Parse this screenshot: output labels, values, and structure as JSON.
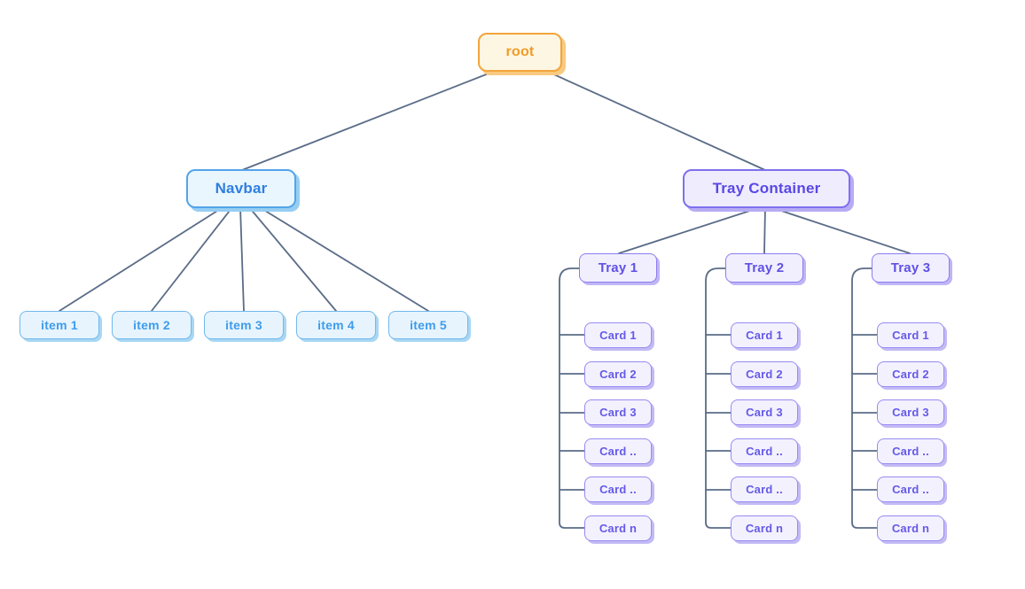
{
  "diagram": {
    "root": {
      "label": "root"
    },
    "navbar": {
      "label": "Navbar",
      "items": [
        "item 1",
        "item 2",
        "item 3",
        "item 4",
        "item 5"
      ]
    },
    "tray_container": {
      "label": "Tray Container",
      "trays": [
        {
          "label": "Tray 1",
          "cards": [
            "Card 1",
            "Card 2",
            "Card 3",
            "Card ..",
            "Card ..",
            "Card n"
          ]
        },
        {
          "label": "Tray 2",
          "cards": [
            "Card 1",
            "Card 2",
            "Card 3",
            "Card ..",
            "Card ..",
            "Card n"
          ]
        },
        {
          "label": "Tray 3",
          "cards": [
            "Card 1",
            "Card 2",
            "Card 3",
            "Card ..",
            "Card ..",
            "Card n"
          ]
        }
      ]
    },
    "colors": {
      "edge": "#5a6c87",
      "root_bg": "#fdf6e2",
      "root_border": "#f3a43b",
      "root_text": "#f09b26",
      "root_shadow": "#f8ca80",
      "navbar_bg": "#e9f6fe",
      "navbar_border": "#54a4e9",
      "navbar_text": "#2e7fe1",
      "navbar_shadow": "#96cef3",
      "item_bg": "#e7f4fd",
      "item_border": "#72b8ed",
      "item_text": "#3f9ceb",
      "item_shadow": "#a8d7f4",
      "tray_container_bg": "#efecfe",
      "tray_container_border": "#7e70ee",
      "tray_container_text": "#5948e5",
      "tray_container_shadow": "#b7acf4",
      "tray_bg": "#f1effe",
      "tray_border": "#8a7df0",
      "tray_text": "#5f51e6",
      "tray_shadow": "#bfb5f5",
      "card_bg": "#f3f1fe",
      "card_border": "#968bf1",
      "card_text": "#655ae8",
      "card_shadow": "#c3baf5"
    }
  }
}
